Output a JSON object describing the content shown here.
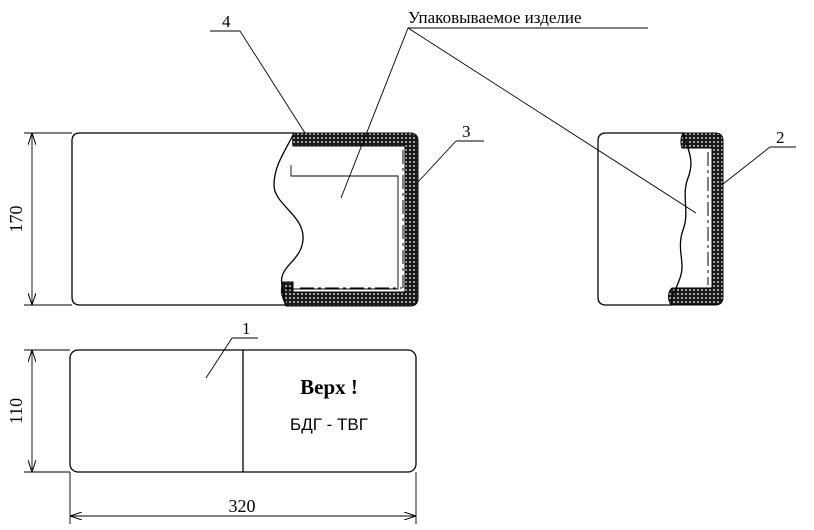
{
  "labels": {
    "packed_item": "Упаковываемое изделие",
    "callout_1": "1",
    "callout_2": "2",
    "callout_3": "3",
    "callout_4": "4"
  },
  "dimensions": {
    "height_top": "170",
    "height_bottom": "110",
    "width": "320"
  },
  "marking": {
    "line1": "Верх !",
    "line2": "БДГ - ТВГ"
  }
}
